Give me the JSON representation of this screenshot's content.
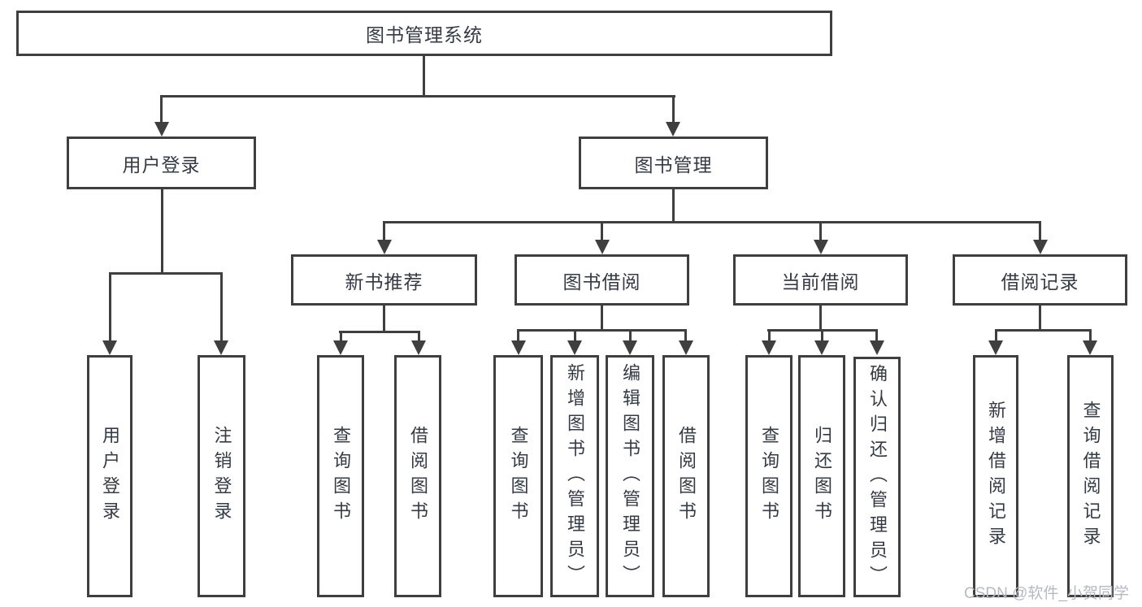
{
  "colors": {
    "line": "#3f3f3f",
    "text": "#343b45",
    "background": "#ffffff",
    "watermark": "#b6bac0"
  },
  "nodes": {
    "root": {
      "label": "图书管理系统"
    },
    "user_login": {
      "label": "用户登录"
    },
    "book_mgmt": {
      "label": "图书管理"
    },
    "new_book_rec": {
      "label": "新书推荐"
    },
    "book_borrow": {
      "label": "图书借阅"
    },
    "current_borrow": {
      "label": "当前借阅"
    },
    "borrow_records": {
      "label": "借阅记录"
    },
    "user_login_leaf": {
      "label": "用户登录"
    },
    "logout_leaf": {
      "label": "注销登录"
    },
    "query_book_rec": {
      "label": "查询图书"
    },
    "borrow_book_rec": {
      "label": "借阅图书"
    },
    "query_book_borrow": {
      "label": "查询图书"
    },
    "add_book_admin": {
      "label": "新增图书（管理员）"
    },
    "edit_book_admin": {
      "label": "编辑图书（管理员）"
    },
    "borrow_book_borrow": {
      "label": "借阅图书"
    },
    "query_book_current": {
      "label": "查询图书"
    },
    "return_book": {
      "label": "归还图书"
    },
    "confirm_return_admin": {
      "label": "确认归还（管理员）"
    },
    "add_borrow_record": {
      "label": "新增借阅记录"
    },
    "query_borrow_record": {
      "label": "查询借阅记录"
    }
  },
  "watermark": {
    "text": "CSDN @软件_小贺同学"
  }
}
